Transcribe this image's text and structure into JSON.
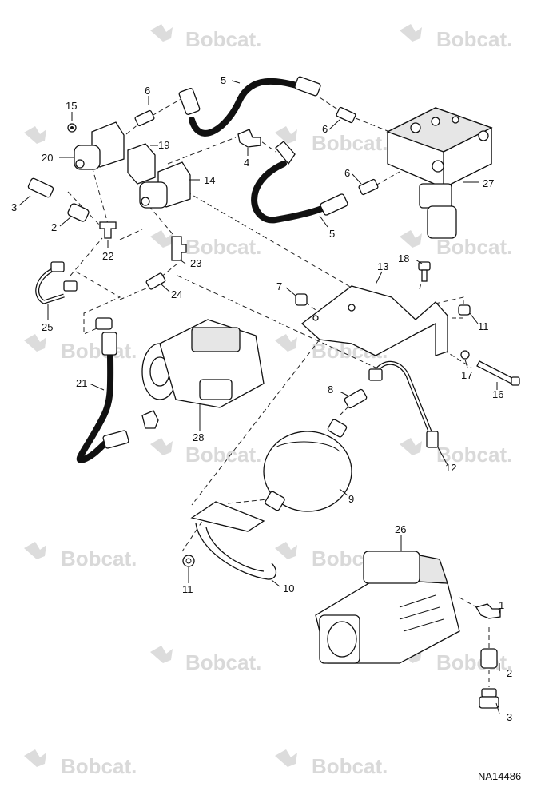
{
  "watermark": {
    "text": "Bobcat."
  },
  "document_id": "NA14486",
  "callouts": {
    "c1": "1",
    "c2a": "2",
    "c2b": "2",
    "c3a": "3",
    "c3b": "3",
    "c5a": "5",
    "c5b": "5",
    "c6a": "6",
    "c6b": "6",
    "c6c": "6",
    "c4": "4",
    "c7": "7",
    "c8": "8",
    "c9": "9",
    "c10": "10",
    "c11a": "11",
    "c11b": "11",
    "c12": "12",
    "c13": "13",
    "c14": "14",
    "c15": "15",
    "c16": "16",
    "c17": "17",
    "c18": "18",
    "c19": "19",
    "c20": "20",
    "c21": "21",
    "c22": "22",
    "c23": "23",
    "c24": "24",
    "c25": "25",
    "c26": "26",
    "c27": "27",
    "c28": "28"
  }
}
